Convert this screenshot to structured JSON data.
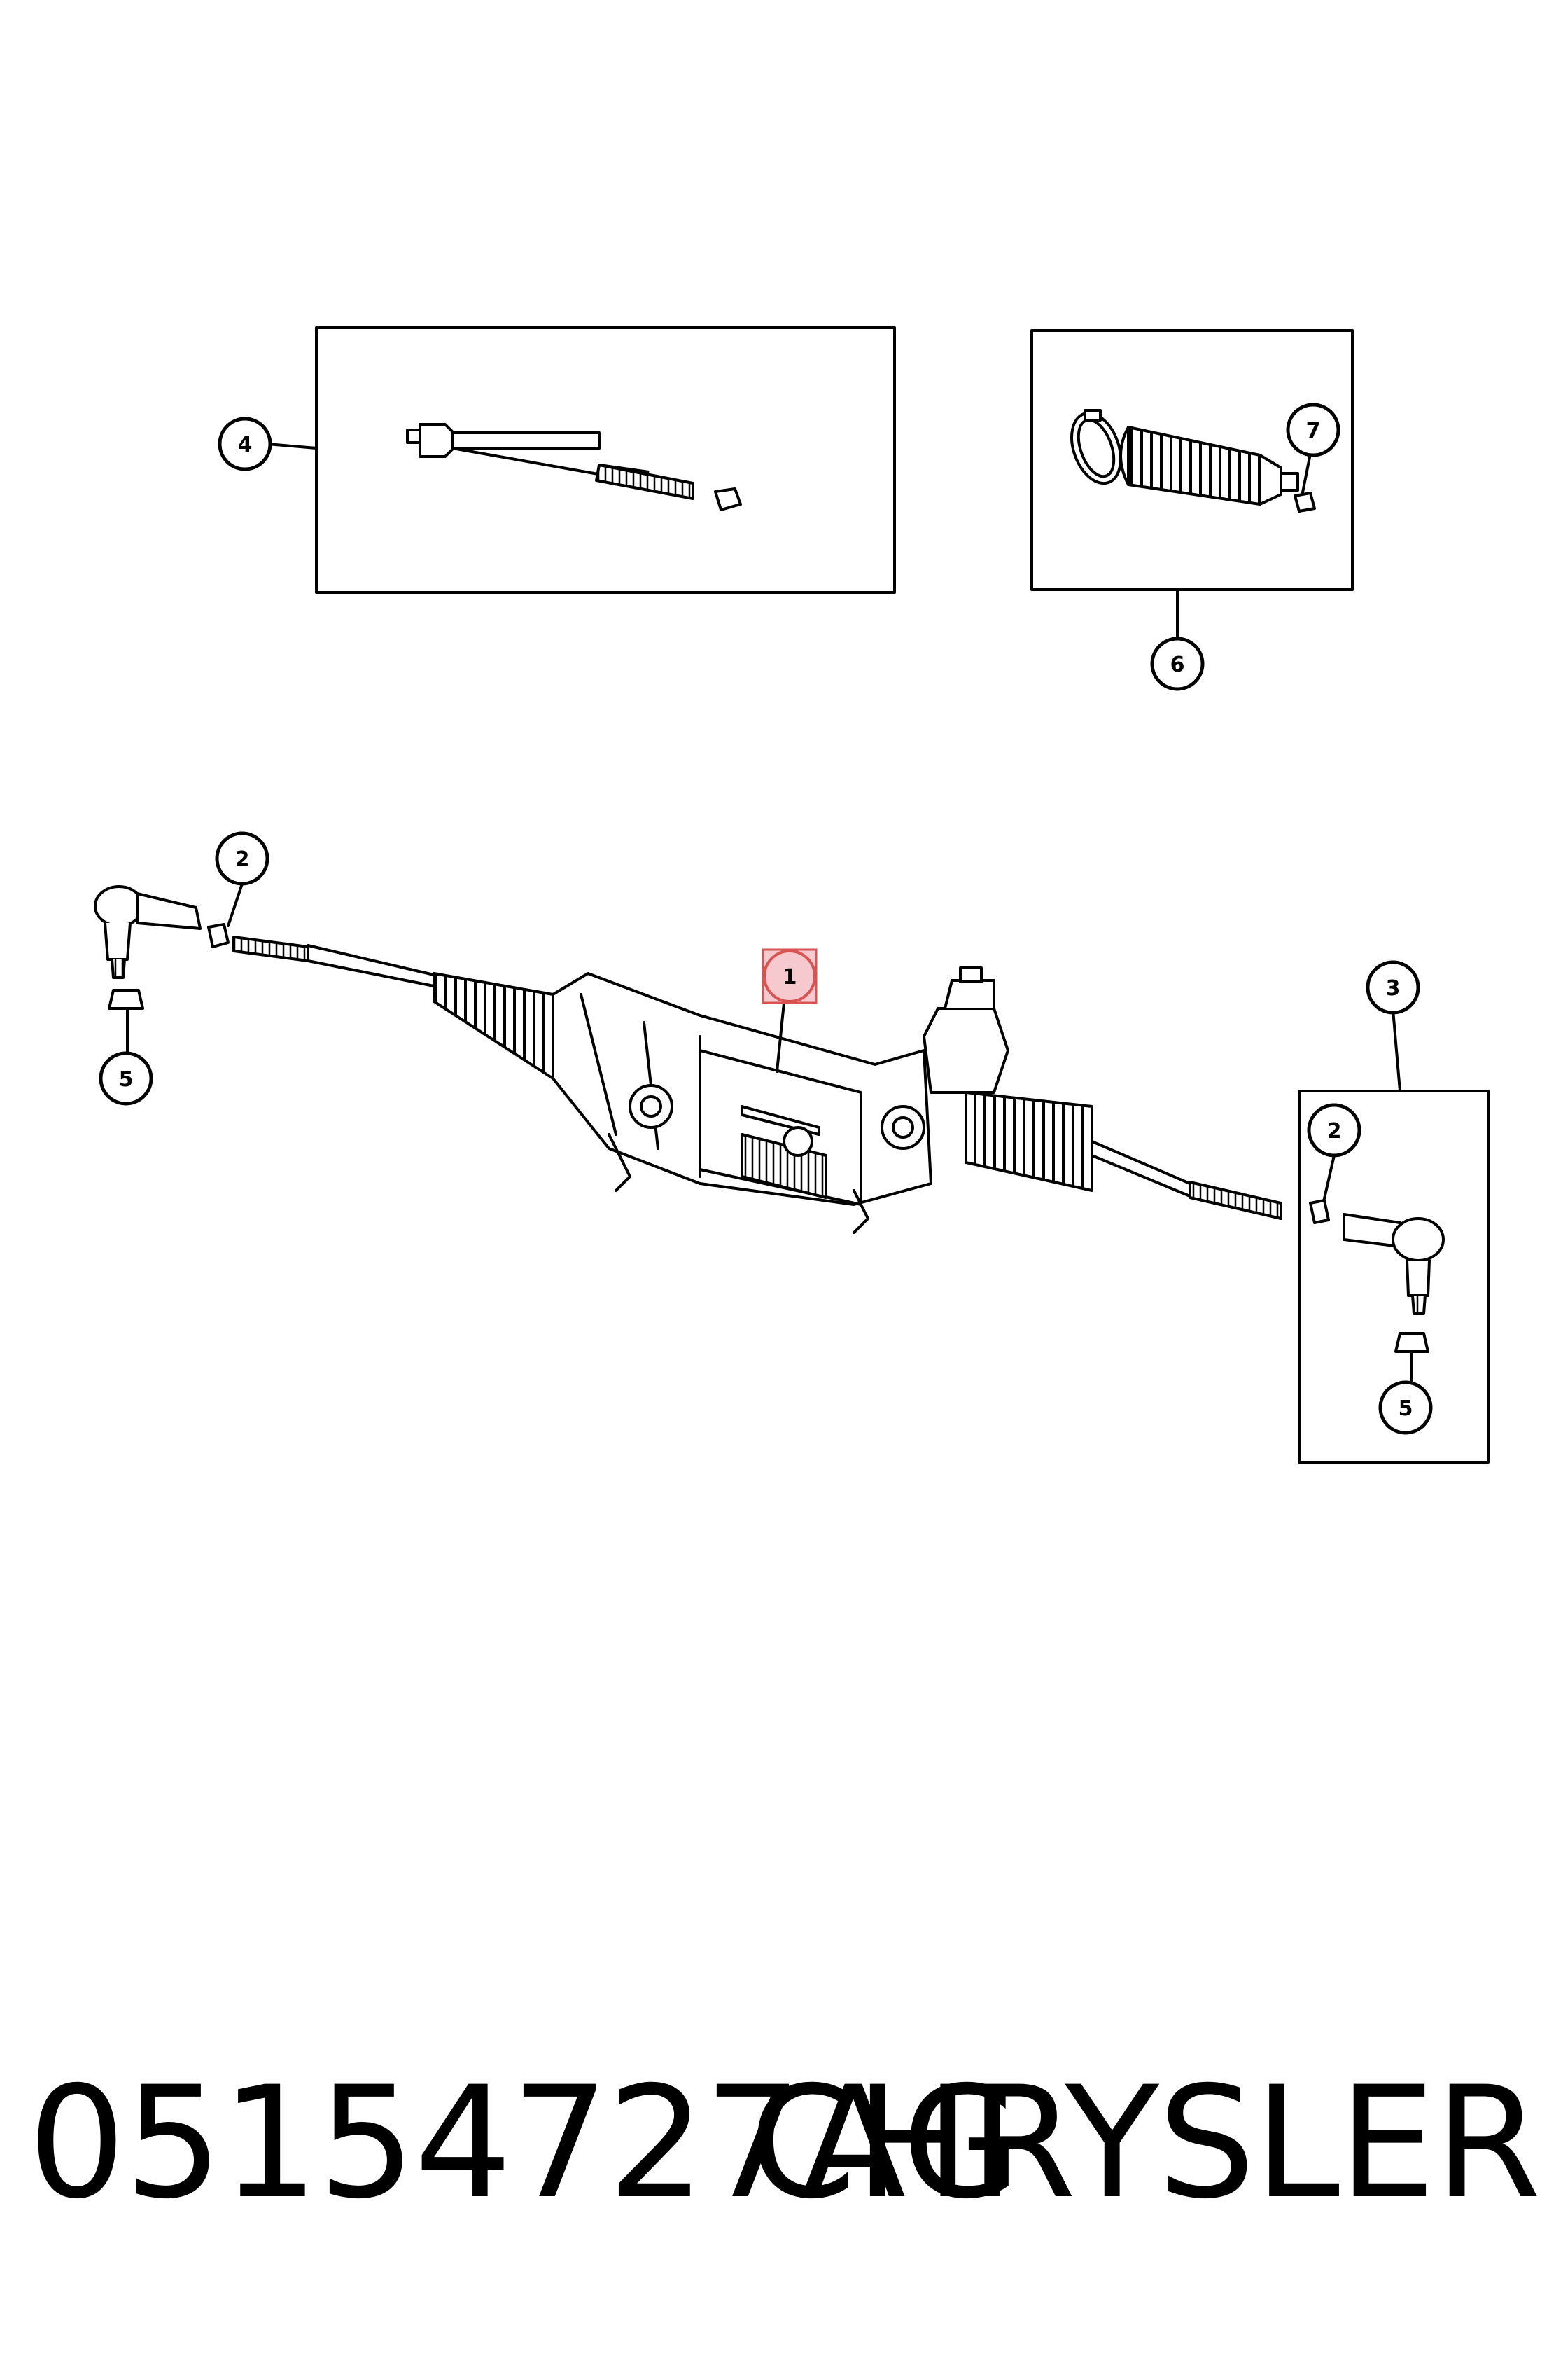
{
  "diagram": {
    "callouts": [
      {
        "id": "c1",
        "label": "1",
        "highlighted": true
      },
      {
        "id": "c2a",
        "label": "2"
      },
      {
        "id": "c2b",
        "label": "2"
      },
      {
        "id": "c3",
        "label": "3"
      },
      {
        "id": "c4",
        "label": "4"
      },
      {
        "id": "c5a",
        "label": "5"
      },
      {
        "id": "c5b",
        "label": "5"
      },
      {
        "id": "c6",
        "label": "6"
      },
      {
        "id": "c7",
        "label": "7"
      }
    ],
    "colors": {
      "line": "#000000",
      "highlight_fill": "#f6c9cf",
      "highlight_stroke": "#d9534f"
    }
  },
  "footer": {
    "part_number": "05154727AG",
    "brand": "CHRYSLER"
  }
}
